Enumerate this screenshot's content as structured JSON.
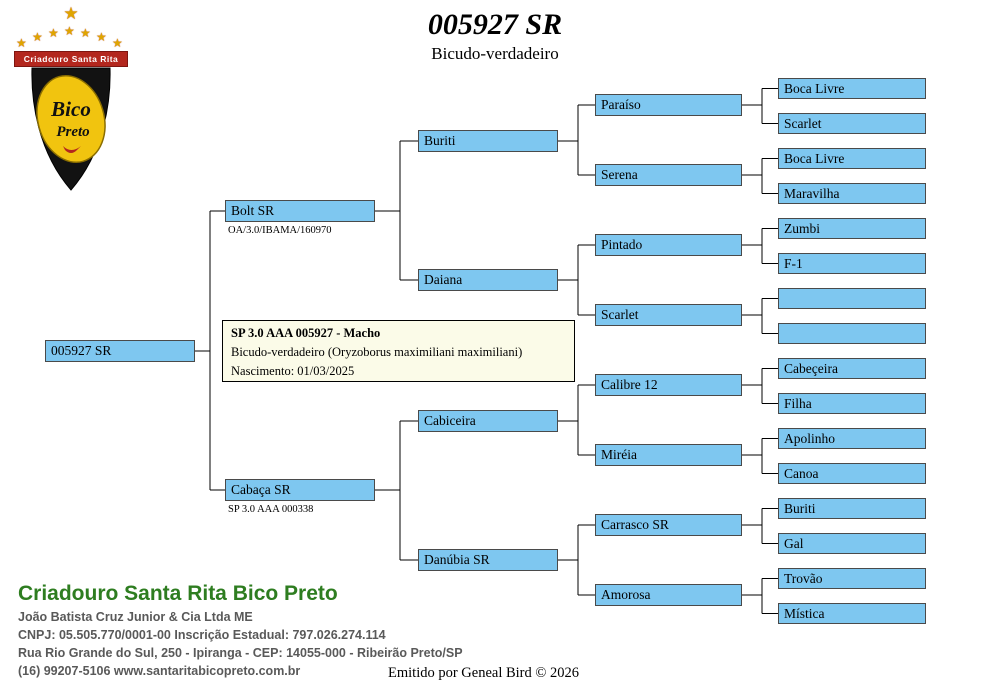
{
  "header": {
    "title": "005927 SR",
    "subtitle": "Bicudo-verdadeiro"
  },
  "logo": {
    "banner": "Criadouro Santa Rita",
    "shield_line1": "Bico",
    "shield_line2": "Preto"
  },
  "subject": {
    "label": "005927 SR"
  },
  "info_box": {
    "line1": "SP 3.0 AAA 005927 - Macho",
    "line2": "Bicudo-verdadeiro (Oryzoborus maximiliani maximiliani)",
    "line3": "Nascimento: 01/03/2025"
  },
  "tree": {
    "gen1": [
      {
        "label": "Bolt SR",
        "sub": "OA/3.0/IBAMA/160970"
      },
      {
        "label": "Cabaça SR",
        "sub": "SP 3.0 AAA 000338"
      }
    ],
    "gen2": [
      {
        "label": "Buriti"
      },
      {
        "label": "Daiana"
      },
      {
        "label": "Cabiceira"
      },
      {
        "label": "Danúbia SR"
      }
    ],
    "gen3": [
      {
        "label": "Paraíso"
      },
      {
        "label": "Serena"
      },
      {
        "label": "Pintado"
      },
      {
        "label": "Scarlet"
      },
      {
        "label": "Calibre 12"
      },
      {
        "label": "Miréia"
      },
      {
        "label": "Carrasco SR"
      },
      {
        "label": "Amorosa"
      }
    ],
    "gen4": [
      {
        "label": "Boca Livre"
      },
      {
        "label": "Scarlet"
      },
      {
        "label": "Boca Livre"
      },
      {
        "label": "Maravilha"
      },
      {
        "label": "Zumbi"
      },
      {
        "label": "F-1"
      },
      {
        "label": ""
      },
      {
        "label": ""
      },
      {
        "label": "Cabeçeira"
      },
      {
        "label": "Filha"
      },
      {
        "label": "Apolinho"
      },
      {
        "label": "Canoa"
      },
      {
        "label": "Buriti"
      },
      {
        "label": "Gal"
      },
      {
        "label": "Trovão"
      },
      {
        "label": "Mística"
      }
    ]
  },
  "footer": {
    "breeder_name": "Criadouro Santa Rita Bico Preto",
    "company": "João Batista Cruz Junior & Cia Ltda ME",
    "cnpj_line": "CNPJ: 05.505.770/0001-00 Inscrição Estadual: 797.026.274.114",
    "address": "Rua Rio Grande do Sul, 250 - Ipiranga - CEP: 14055-000 - Ribeirão Preto/SP",
    "phone_site": "(16) 99207-5106 www.santaritabicopreto.com.br",
    "emitted": "Emitido por Geneal Bird © 2026"
  },
  "colors": {
    "box_fill": "#7EC7F0",
    "info_fill": "#FBFBE8",
    "heading_green": "#2E7D20",
    "banner_red": "#B3271E",
    "shield_yellow": "#F1C40F",
    "footer_gray": "#595959"
  }
}
